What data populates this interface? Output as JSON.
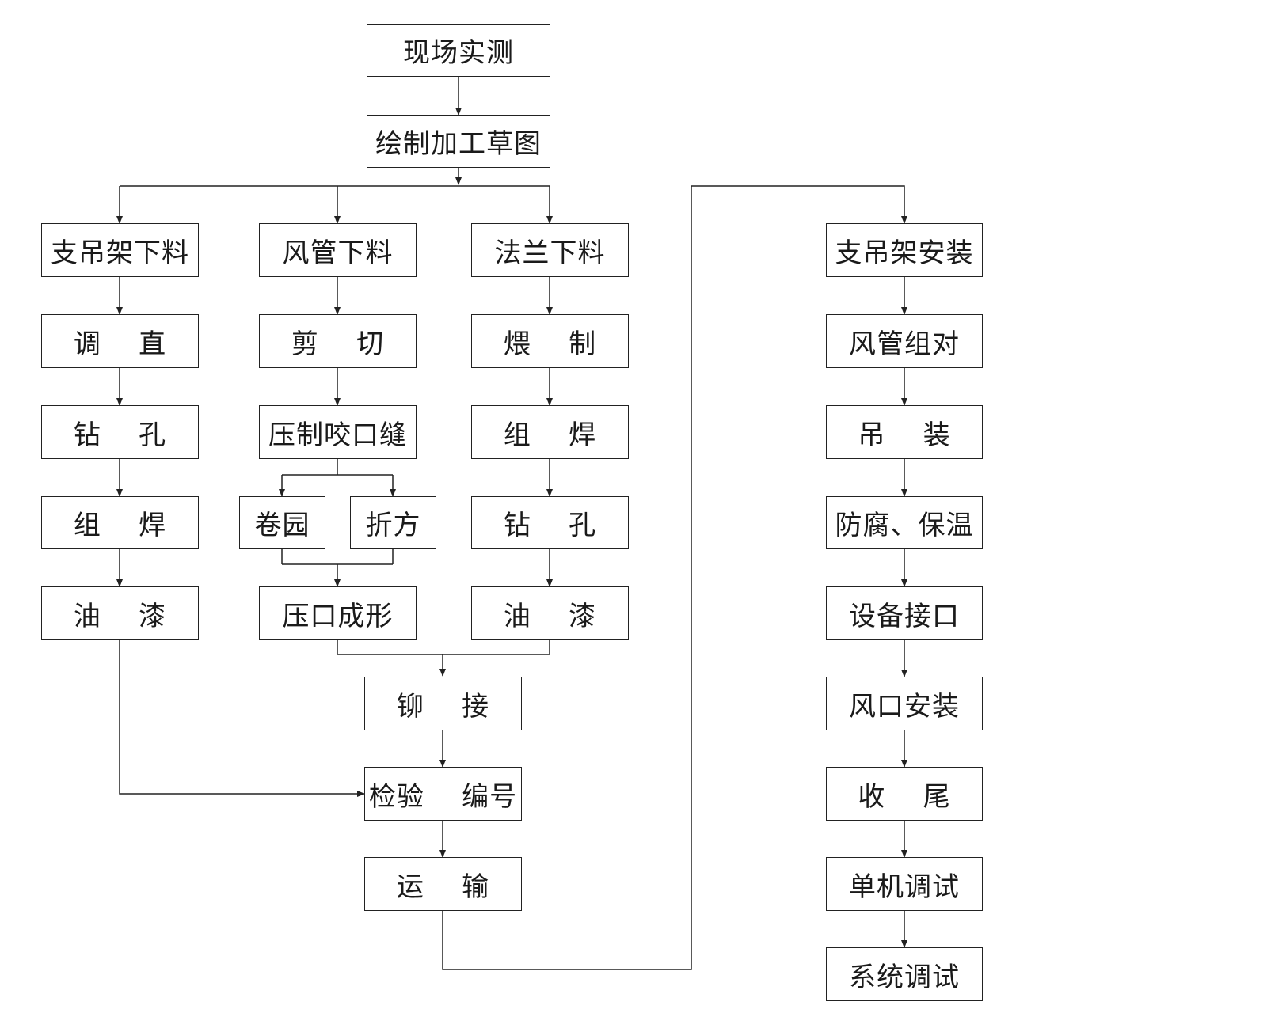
{
  "diagram": {
    "title": "风管制作安装工艺流程",
    "line_color": "#222222",
    "nodes": {
      "survey": "现场实测",
      "draft": "绘制加工草图",
      "bracket_cut": "支吊架下料",
      "bracket_straighten": "调    直",
      "bracket_drill": "钻    孔",
      "bracket_weld": "组    焊",
      "bracket_paint": "油    漆",
      "duct_cut": "风管下料",
      "duct_shear": "剪    切",
      "duct_seam": "压制咬口缝",
      "duct_roll": "卷园",
      "duct_fold": "折方",
      "duct_form": "压口成形",
      "flange_cut": "法兰下料",
      "flange_bend": "煨    制",
      "flange_weld": "组    焊",
      "flange_drill": "钻    孔",
      "flange_paint": "油    漆",
      "rivet": "铆    接",
      "inspect": "检验    编号",
      "transport": "运    输",
      "bracket_install": "支吊架安装",
      "duct_assemble": "风管组对",
      "hoist": "吊    装",
      "insulation": "防腐、保温",
      "equipment_joint": "设备接口",
      "vent_install": "风口安装",
      "finish": "收    尾",
      "unit_test": "单机调试",
      "system_test": "系统调试"
    }
  }
}
